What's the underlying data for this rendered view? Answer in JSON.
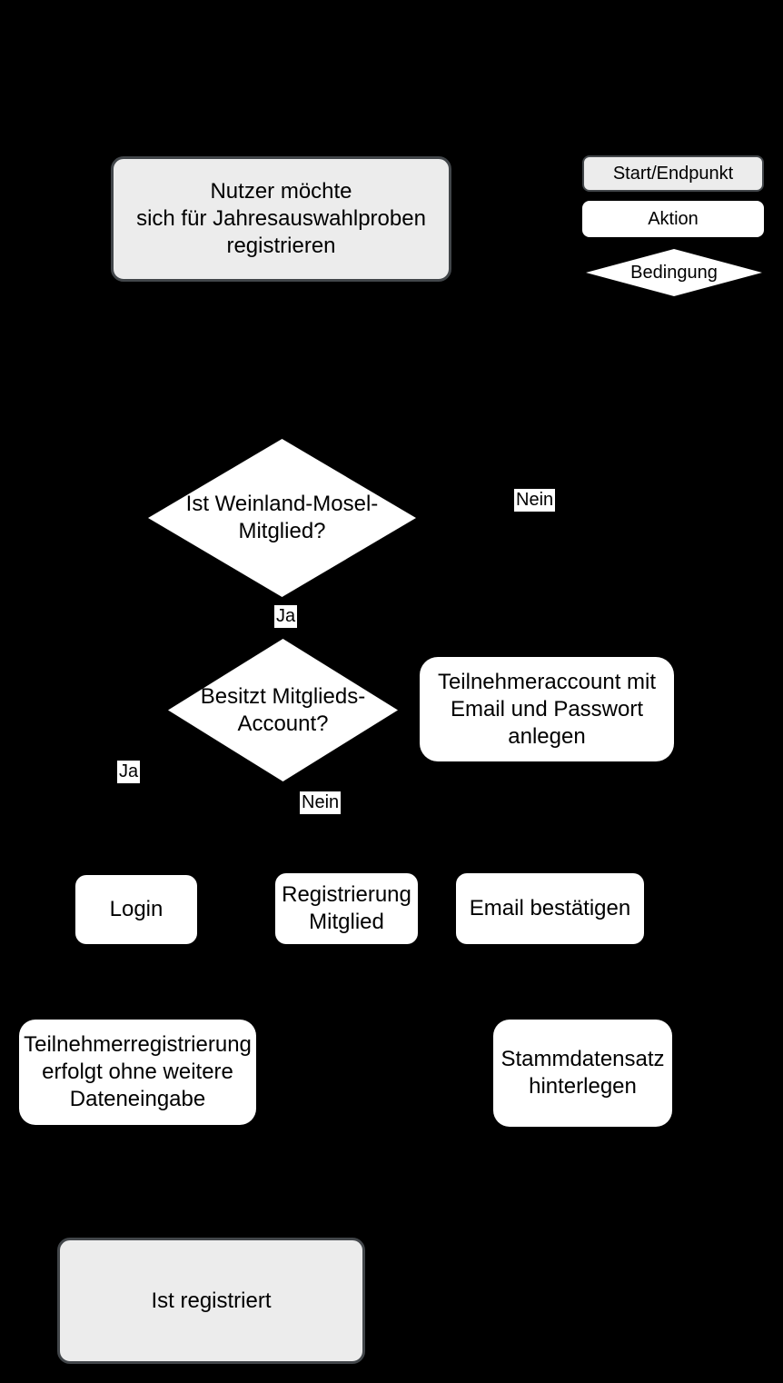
{
  "colors": {
    "background": "#000000",
    "action_fill": "#ffffff",
    "terminal_fill": "#ececec",
    "terminal_border": "#42464a",
    "condition_fill": "#ffffff",
    "text": "#000000",
    "edge_label_bg": "#ffffff"
  },
  "legend": {
    "start_endpoint": "Start/Endpunkt",
    "action": "Aktion",
    "condition": "Bedingung"
  },
  "nodes": {
    "start": {
      "type": "start_endpoint",
      "label": "Nutzer möchte\nsich für Jahresauswahlproben\nregistrieren"
    },
    "decision_member": {
      "type": "condition",
      "label": "Ist Weinland-Mosel-\nMitglied?"
    },
    "decision_account": {
      "type": "condition",
      "label": "Besitzt Mitglieds-\nAccount?"
    },
    "create_account": {
      "type": "action",
      "label": "Teilnehmeraccount mit\nEmail und Passwort\nanlegen"
    },
    "login": {
      "type": "action",
      "label": "Login"
    },
    "register_member": {
      "type": "action",
      "label": "Registrierung\nMitglied"
    },
    "confirm_email": {
      "type": "action",
      "label": "Email bestätigen"
    },
    "participant_registration": {
      "type": "action",
      "label": "Teilnehmerregistrierung\nerfolgt ohne weitere\nDateneingabe"
    },
    "store_master_data": {
      "type": "action",
      "label": "Stammdatensatz\nhinterlegen"
    },
    "end": {
      "type": "start_endpoint",
      "label": "Ist registriert"
    }
  },
  "edge_labels": {
    "member_no": "Nein",
    "member_yes": "Ja",
    "account_yes": "Ja",
    "account_no": "Nein"
  }
}
